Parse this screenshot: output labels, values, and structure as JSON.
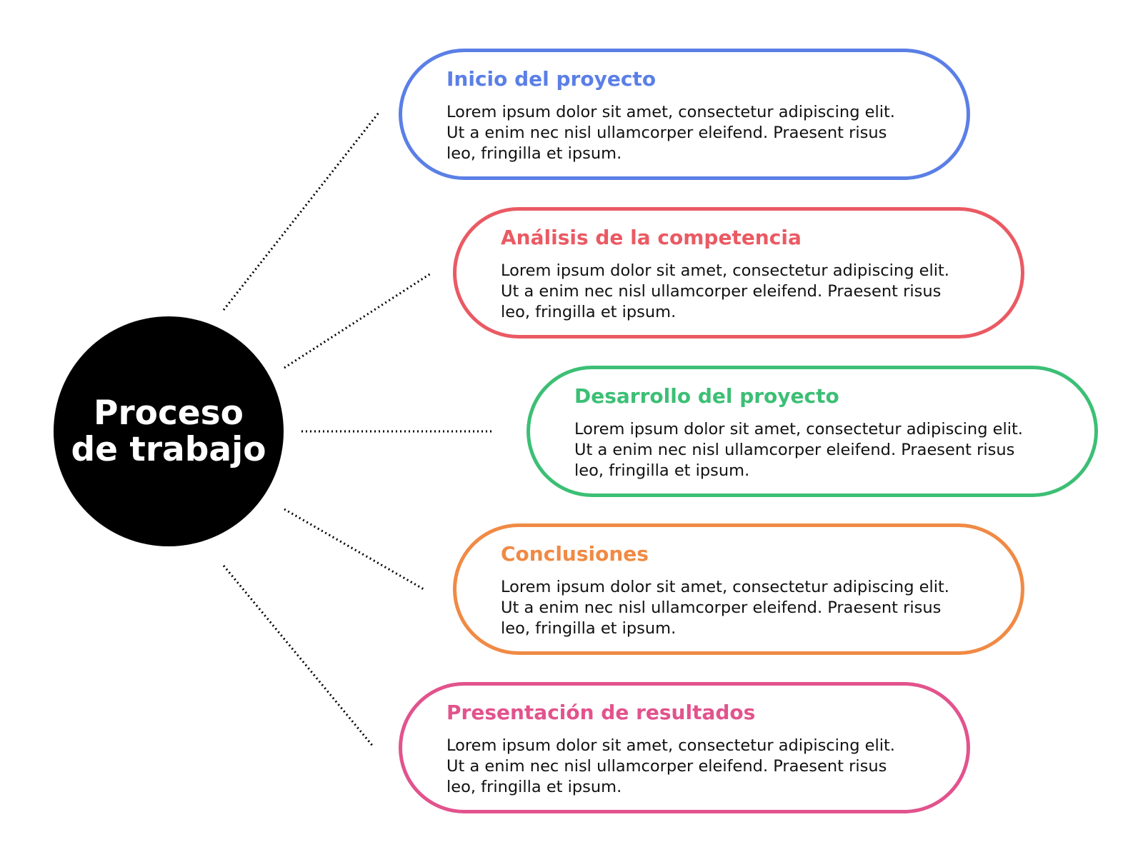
{
  "center": {
    "title": "Proceso de trabajo",
    "color": "#000000"
  },
  "steps": [
    {
      "title": "Inicio del proyecto",
      "body": "Lorem ipsum dolor sit amet, consectetur adipiscing elit. Ut a enim nec nisl ullamcorper eleifend. Praesent risus leo, fringilla et ipsum.",
      "color": "#5b7fe6"
    },
    {
      "title": "Análisis de la competencia",
      "body": "Lorem ipsum dolor sit amet, consectetur adipiscing elit. Ut a enim nec nisl ullamcorper eleifend. Praesent risus leo, fringilla et ipsum.",
      "color": "#ea5a63"
    },
    {
      "title": "Desarrollo del proyecto",
      "body": "Lorem ipsum dolor sit amet, consectetur adipiscing elit. Ut a enim nec nisl ullamcorper eleifend. Praesent risus leo, fringilla et ipsum.",
      "color": "#3cbf75"
    },
    {
      "title": "Conclusiones",
      "body": "Lorem ipsum dolor sit amet, consectetur adipiscing elit. Ut a enim nec nisl ullamcorper eleifend. Praesent risus leo, fringilla et ipsum.",
      "color": "#f08a45"
    },
    {
      "title": "Presentación de resultados",
      "body": "Lorem ipsum dolor sit amet, consectetur adipiscing elit. Ut a enim nec nisl ullamcorper eleifend. Praesent risus leo, fringilla et ipsum.",
      "color": "#e2538d"
    }
  ],
  "connector_style": "dotted"
}
